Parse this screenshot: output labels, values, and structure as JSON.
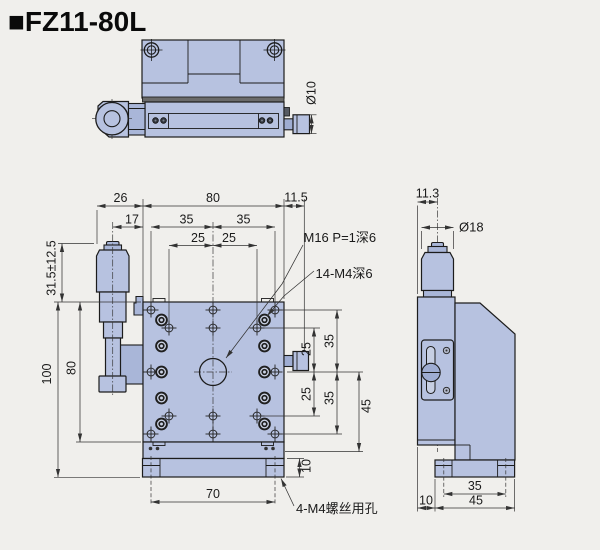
{
  "title": "■FZ11-80L",
  "colors": {
    "background": "#f0efec",
    "part_fill": "#b7c2e0",
    "part_fill_dark": "#a9b6d8",
    "table_top_band": "#6a6a6a",
    "outline": "#1c1c1c",
    "dimension": "#333333"
  },
  "callouts": {
    "center_thread": "M16 P=1深6",
    "mount_holes": "14-M4深6",
    "base_screw_holes": "4-M4螺丝用孔"
  },
  "upper_view": {
    "knob_dia": "Ø10"
  },
  "front_view": {
    "d26": "26",
    "d17": "17",
    "d80_top": "80",
    "d11_5": "11.5",
    "d35_left": "35",
    "d35_right": "35",
    "d25_left": "25",
    "d25_right": "25",
    "travel": "31.5±12.5",
    "d100": "100",
    "d80_left": "80",
    "d25_up": "25",
    "d25_down": "25",
    "d35_up": "35",
    "d35_down": "35",
    "d45": "45",
    "d10_base": "10",
    "d70": "70"
  },
  "side_view": {
    "d11_3": "11.3",
    "knob_dia": "Ø18",
    "d35_base": "35",
    "d45_base": "45",
    "d10_offset": "10"
  }
}
